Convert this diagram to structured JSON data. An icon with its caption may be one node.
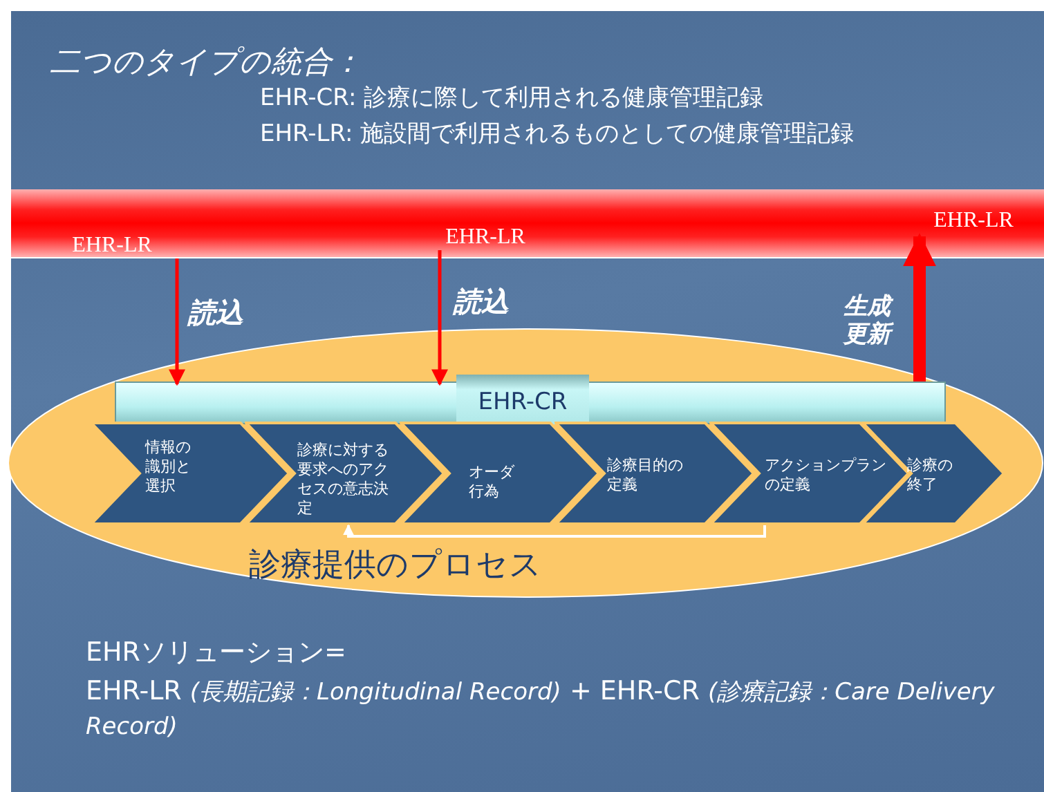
{
  "diagram": {
    "title": "二つのタイプの統合：",
    "nodes": [
      {
        "text": [],
        "shape": "bar"
      },
      {
        "text": [
          "EHR-LR"
        ],
        "in": 0
      },
      {
        "text": [
          "EHR-LR"
        ],
        "in": 0
      },
      {
        "text": [
          "EHR-LR"
        ],
        "in": 0
      },
      {
        "text": [
          "診療提供のプロセス"
        ]
      },
      {
        "text": [
          "EHR-CR"
        ],
        "in": 4
      },
      {
        "text": [
          "情報の識別と選択"
        ],
        "in": 4
      },
      {
        "text": [
          "診療に対する要求へのアクセスの意志決定"
        ],
        "in": 4
      },
      {
        "text": [
          "オーダ行為"
        ],
        "in": 4
      },
      {
        "text": [
          "診療目的の定義"
        ],
        "in": 4
      },
      {
        "text": [
          "アクションプランの定義"
        ],
        "in": 4
      },
      {
        "text": [
          "診療の終了"
        ],
        "in": 4
      }
    ],
    "edges": [
      {
        "from": 1,
        "to": 5,
        "arrow": "to",
        "label": "読込",
        "color": "#ff0000"
      },
      {
        "from": 2,
        "to": 5,
        "arrow": "to",
        "label": "読込",
        "color": "#ff0000"
      },
      {
        "from": 5,
        "to": 3,
        "arrow": "to",
        "label": "生成更新",
        "style": "thick",
        "color": "#ff0000"
      },
      {
        "from": 10,
        "to": 7,
        "arrow": "to",
        "color": "#ffffff"
      }
    ],
    "labels": [
      "EHR-CR: 診療に際して利用される健康管理記録",
      "EHR-LR:  施設間で利用されるものとしての健康管理記録",
      "EHRソリューション=",
      "EHR-LR *(長期記録：Longitudinal Record)* + EHR-CR *(診療記録：Care Delivery Record)*"
    ]
  }
}
